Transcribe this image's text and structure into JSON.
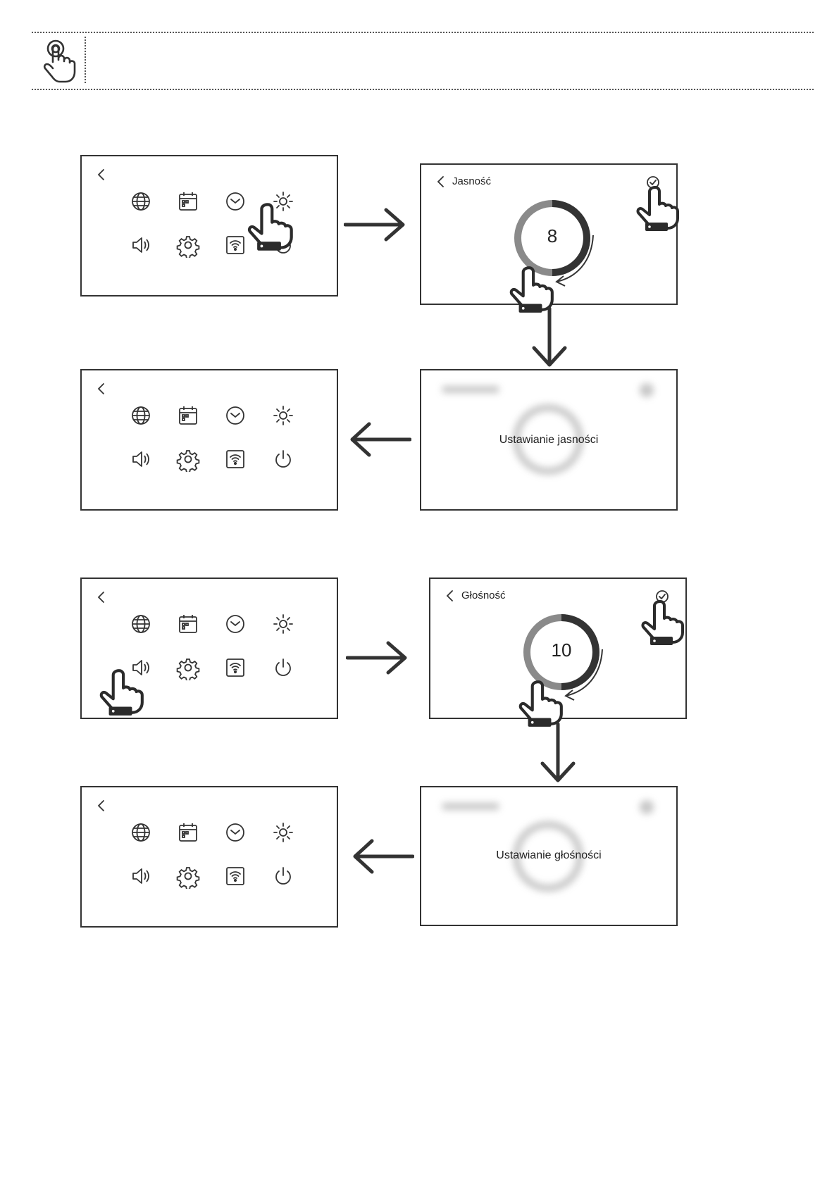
{
  "steps": [
    {
      "screen_title": "Jasność",
      "dial_value": "8",
      "message": "Ustawianie jasności"
    },
    {
      "screen_title": "Głośność",
      "dial_value": "10",
      "message": "Ustawianie głośności"
    }
  ],
  "icons": [
    "globe-icon",
    "calendar-icon",
    "clock-icon",
    "brightness-icon",
    "speaker-icon",
    "gear-icon",
    "wifi-icon",
    "power-icon"
  ],
  "colors": {
    "line": "#333333",
    "hand": "#2b2b2b",
    "dial_dark": "#333333",
    "dial_light": "#8a8a8a"
  }
}
